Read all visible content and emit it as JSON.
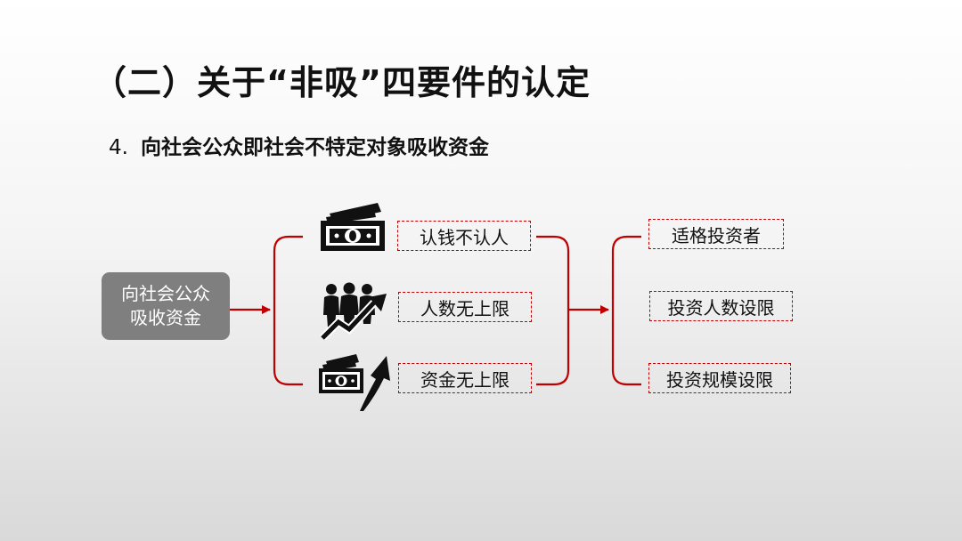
{
  "slide": {
    "title": "（二）关于“非吸”四要件的认定",
    "subtitle_number": "4.",
    "subtitle_text": "向社会公众即社会不特定对象吸收资金"
  },
  "diagram": {
    "source_line1": "向社会公众",
    "source_line2": "吸收资金",
    "middle": [
      {
        "label": "认钱不认人",
        "icon": "money-bill-icon"
      },
      {
        "label": "人数无上限",
        "icon": "people-growth-icon"
      },
      {
        "label": "资金无上限",
        "icon": "money-up-arrow-icon"
      }
    ],
    "right": [
      {
        "label": "适格投资者"
      },
      {
        "label": "投资人数设限"
      },
      {
        "label": "投资规模设限"
      }
    ],
    "colors": {
      "accent": "#c00000",
      "source_box": "#7f7f7f",
      "icon": "#111111"
    }
  }
}
